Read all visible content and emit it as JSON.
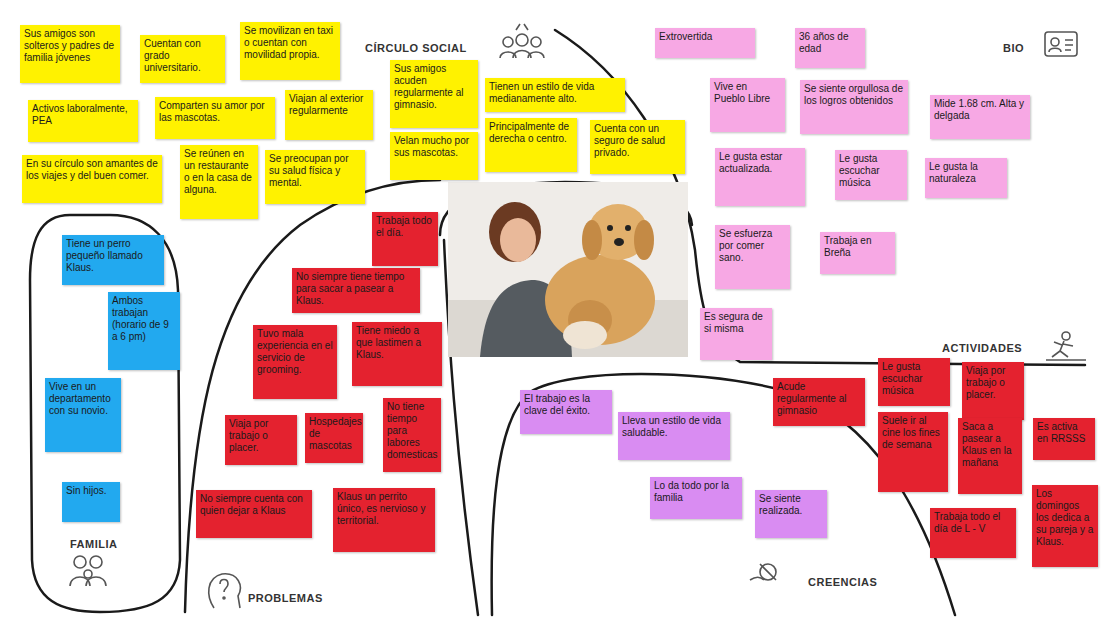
{
  "diagram": {
    "nodes": [
      {
        "text": [
          "Sus amigos son solteros y padres de familia jóvenes"
        ]
      },
      {
        "text": [
          "Cuentan con grado universitario."
        ]
      },
      {
        "text": [
          "Se movilizan en taxi o cuentan con movilidad propia."
        ]
      },
      {
        "text": [
          "Activos laboralmente, PEA"
        ]
      },
      {
        "text": [
          "Comparten su amor por las mascotas."
        ]
      },
      {
        "text": [
          "Viajan al exterior regularmente"
        ]
      },
      {
        "text": [
          "Sus amigos acuden regularmente al gimnasio."
        ]
      },
      {
        "text": [
          "Tienen un estilo de vida medianamente alto."
        ]
      },
      {
        "text": [
          "Velan mucho por sus mascotas."
        ]
      },
      {
        "text": [
          "Principalmente de derecha o centro."
        ]
      },
      {
        "text": [
          "Cuenta con un seguro de salud privado."
        ]
      },
      {
        "text": [
          "En su círculo son amantes de los viajes y del buen comer."
        ]
      },
      {
        "text": [
          "Se reúnen en un restaurante o en la casa de alguna."
        ]
      },
      {
        "text": [
          "Se preocupan por su salud física y mental."
        ]
      },
      {
        "text": [
          "Extrovertida"
        ]
      },
      {
        "text": [
          "36 años de edad"
        ]
      },
      {
        "text": [
          "Vive en Pueblo Libre"
        ]
      },
      {
        "text": [
          "Se siente orgullosa de los logros obtenidos"
        ]
      },
      {
        "text": [
          "Mide 1.68 cm. Alta y delgada"
        ]
      },
      {
        "text": [
          "Le gusta estar actualizada."
        ]
      },
      {
        "text": [
          "Le gusta escuchar música"
        ]
      },
      {
        "text": [
          "Le gusta la naturaleza"
        ]
      },
      {
        "text": [
          "Se esfuerza por comer sano."
        ]
      },
      {
        "text": [
          "Trabaja en Breña"
        ]
      },
      {
        "text": [
          "Es segura de si misma"
        ]
      },
      {
        "text": [
          "Tiene un perro pequeño llamado Klaus."
        ]
      },
      {
        "text": [
          "Ambos trabajan (horario de 9 a 6 pm)"
        ]
      },
      {
        "text": [
          "Vive en un departamento con su novio."
        ]
      },
      {
        "text": [
          "Sin hijos."
        ]
      },
      {
        "text": [
          "Trabaja todo el día."
        ]
      },
      {
        "text": [
          "No siempre tiene tiempo para sacar a pasear a Klaus."
        ]
      },
      {
        "text": [
          "Tuvo mala experiencia en el servicio de grooming."
        ]
      },
      {
        "text": [
          "Tiene miedo a que lastimen a Klaus."
        ]
      },
      {
        "text": [
          "Viaja por trabajo o placer."
        ]
      },
      {
        "text": [
          "Hospedajes de mascotas"
        ]
      },
      {
        "text": [
          "No tiene tiempo para labores domesticas"
        ]
      },
      {
        "text": [
          "No siempre cuenta con quien dejar a Klaus"
        ]
      },
      {
        "text": [
          "Klaus un perrito único, es nervioso y territorial."
        ]
      },
      {
        "text": [
          "El trabajo es la clave del éxito."
        ]
      },
      {
        "text": [
          "Lleva un estilo de vida saludable."
        ]
      },
      {
        "text": [
          "Lo da todo por la familia"
        ]
      },
      {
        "text": [
          "Se siente realizada."
        ]
      },
      {
        "text": [
          "Acude regularmente al gimnasio"
        ]
      },
      {
        "text": [
          "Le gusta escuchar música"
        ]
      },
      {
        "text": [
          "Viaja por trabajo o placer."
        ]
      },
      {
        "text": [
          "Suele ir al cine los fines de semana"
        ]
      },
      {
        "text": [
          "Saca a pasear a Klaus en la mañana"
        ]
      },
      {
        "text": [
          "Es activa en RRSSS"
        ]
      },
      {
        "text": [
          "Trabaja todo el día de L - V"
        ]
      },
      {
        "text": [
          "Los domingos los dedica a su pareja y a Klaus."
        ]
      }
    ],
    "labels": [
      "CÍRCULO SOCIAL",
      "BIO",
      "FAMILIA",
      "PROBLEMAS",
      "ACTIVIDADES",
      "CREENCIAS"
    ]
  }
}
